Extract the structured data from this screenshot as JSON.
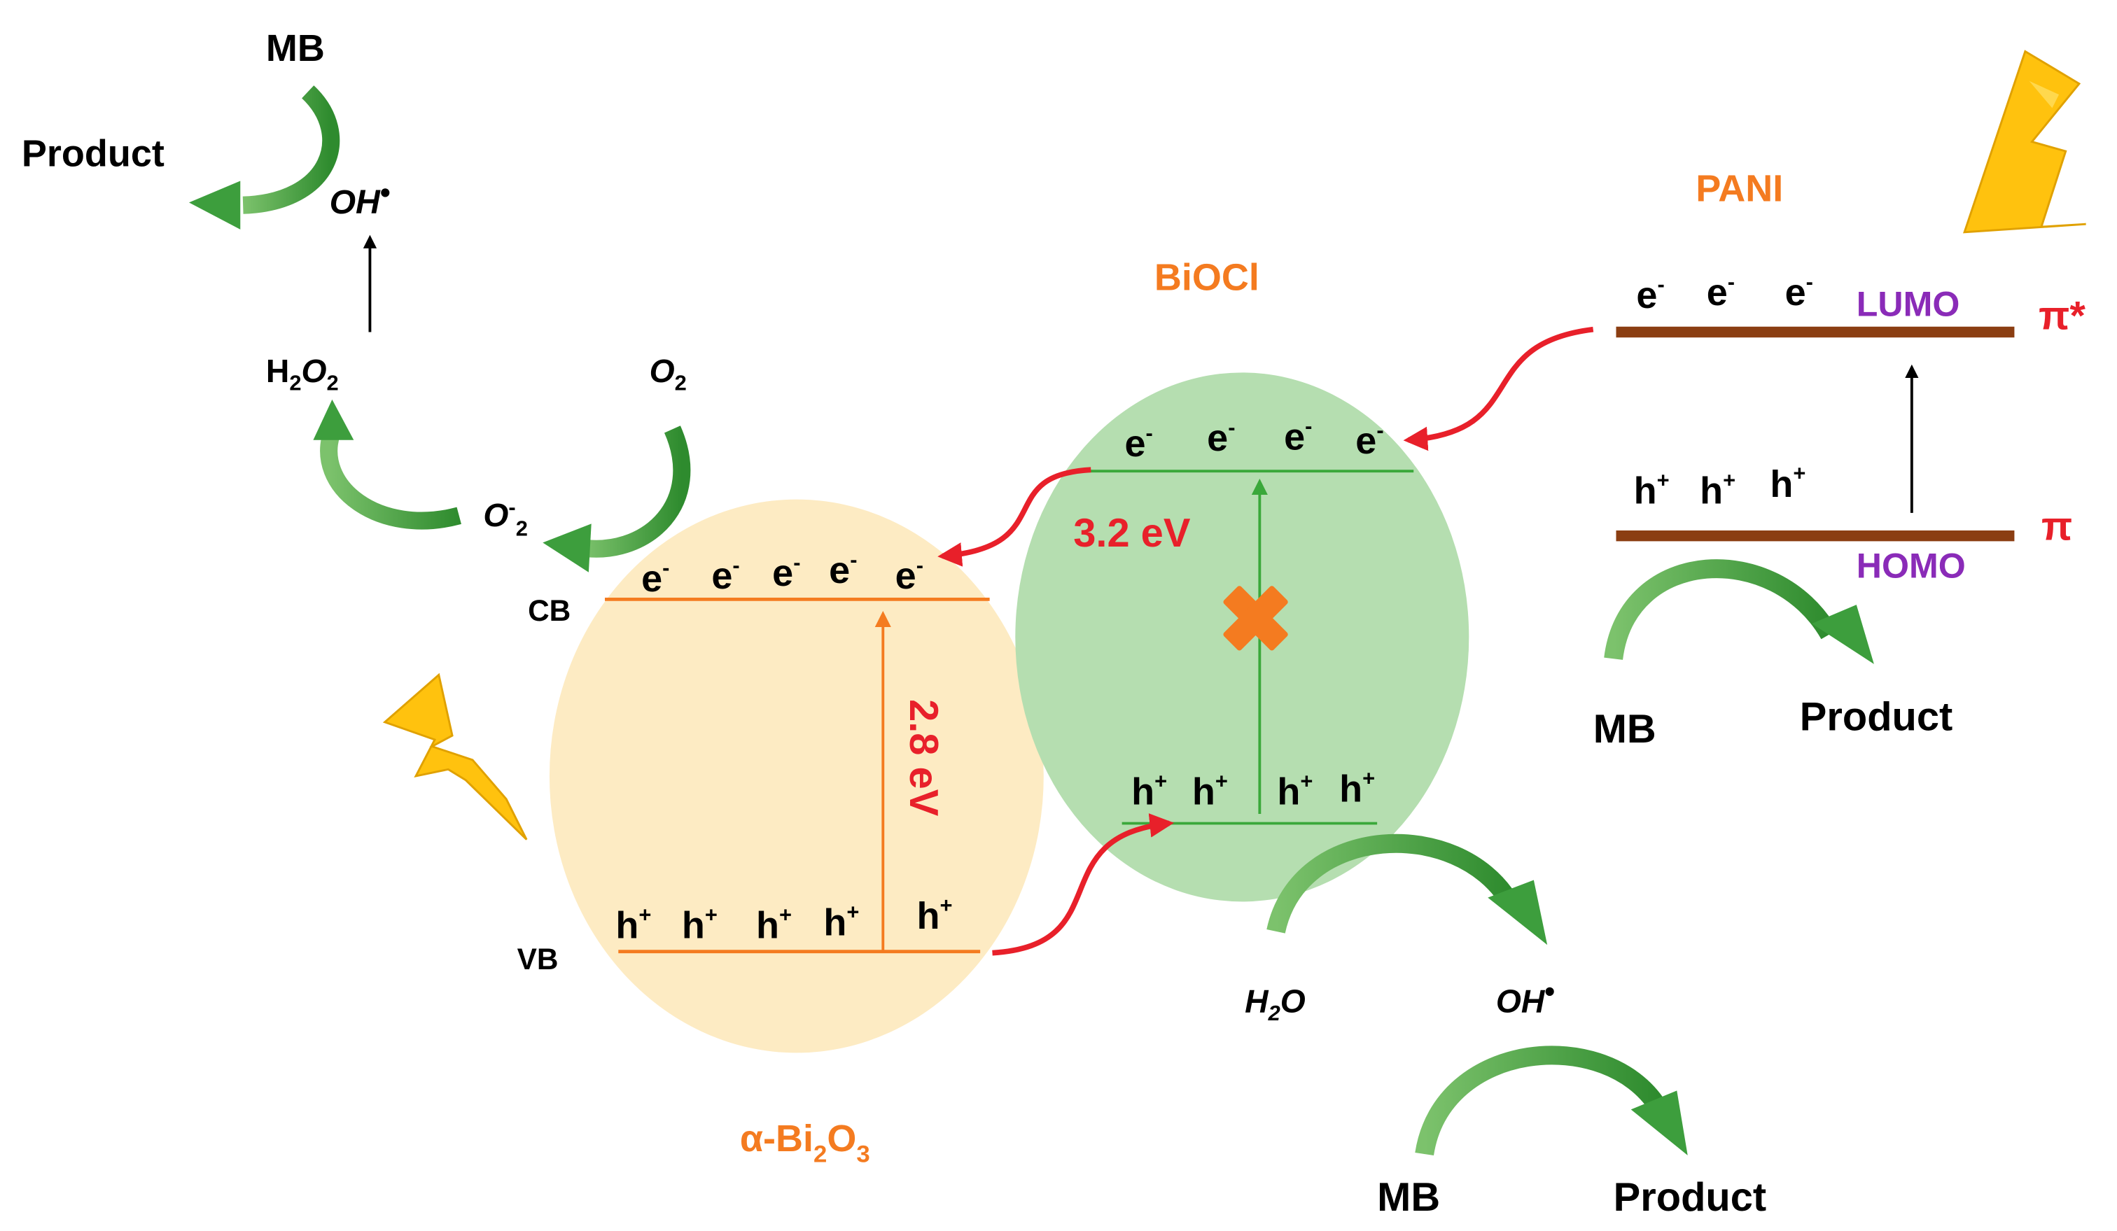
{
  "colors": {
    "bi2o3_fill": "#FDEBC3",
    "biocl_fill": "#B5DEB0",
    "orange": "#F47B20",
    "green_line": "#3AA83A",
    "red": "#E8202A",
    "brown": "#8B3E12",
    "purple": "#8A2BB8",
    "lightning": "#FFC20E",
    "cross": "#F47B20",
    "curve_arrow": "#3D9E3D"
  },
  "icons": {
    "lightning_left": "lightning-icon",
    "lightning_right": "lightning-icon",
    "cross": "cross-icon"
  },
  "bi2o3": {
    "name": "α-Bi",
    "sub1": "2",
    "mid": "O",
    "sub2": "3",
    "cb_label": "CB",
    "vb_label": "VB",
    "bandgap": "2.8 eV",
    "electrons": [
      "e",
      "e",
      "e",
      "e",
      "e"
    ],
    "electron_sign": "-",
    "holes": [
      "h",
      "h",
      "h",
      "h",
      "h"
    ],
    "hole_sign": "+"
  },
  "biocl": {
    "name": "BiOCl",
    "bandgap": "3.2 eV",
    "electrons": [
      "e",
      "e",
      "e",
      "e"
    ],
    "electron_sign": "-",
    "holes": [
      "h",
      "h",
      "h",
      "h"
    ],
    "hole_sign": "+",
    "reaction": {
      "reactant": "H",
      "reactant_sub": "2",
      "reactant_end": "O",
      "product": "OH",
      "radical_dot": "•"
    },
    "degradation": {
      "reactant": "MB",
      "product": "Product"
    }
  },
  "pani": {
    "name": "PANI",
    "lumo": "LUMO",
    "homo": "HOMO",
    "pi_star": "π*",
    "pi": "π",
    "electrons": [
      "e",
      "e",
      "e"
    ],
    "electron_sign": "-",
    "holes": [
      "h",
      "h",
      "h"
    ],
    "hole_sign": "+",
    "degradation": {
      "reactant": "MB",
      "product": "Product"
    }
  },
  "top_left": {
    "mb": "MB",
    "product": "Product",
    "oh": "OH",
    "radical_dot": "•",
    "h2o2": {
      "h": "H",
      "sub1": "2",
      "o": "O",
      "sub2": "2"
    },
    "o2": {
      "o": "O",
      "sub": "2"
    },
    "superoxide": {
      "o": "O",
      "sup": "-",
      "sub": "2"
    }
  }
}
